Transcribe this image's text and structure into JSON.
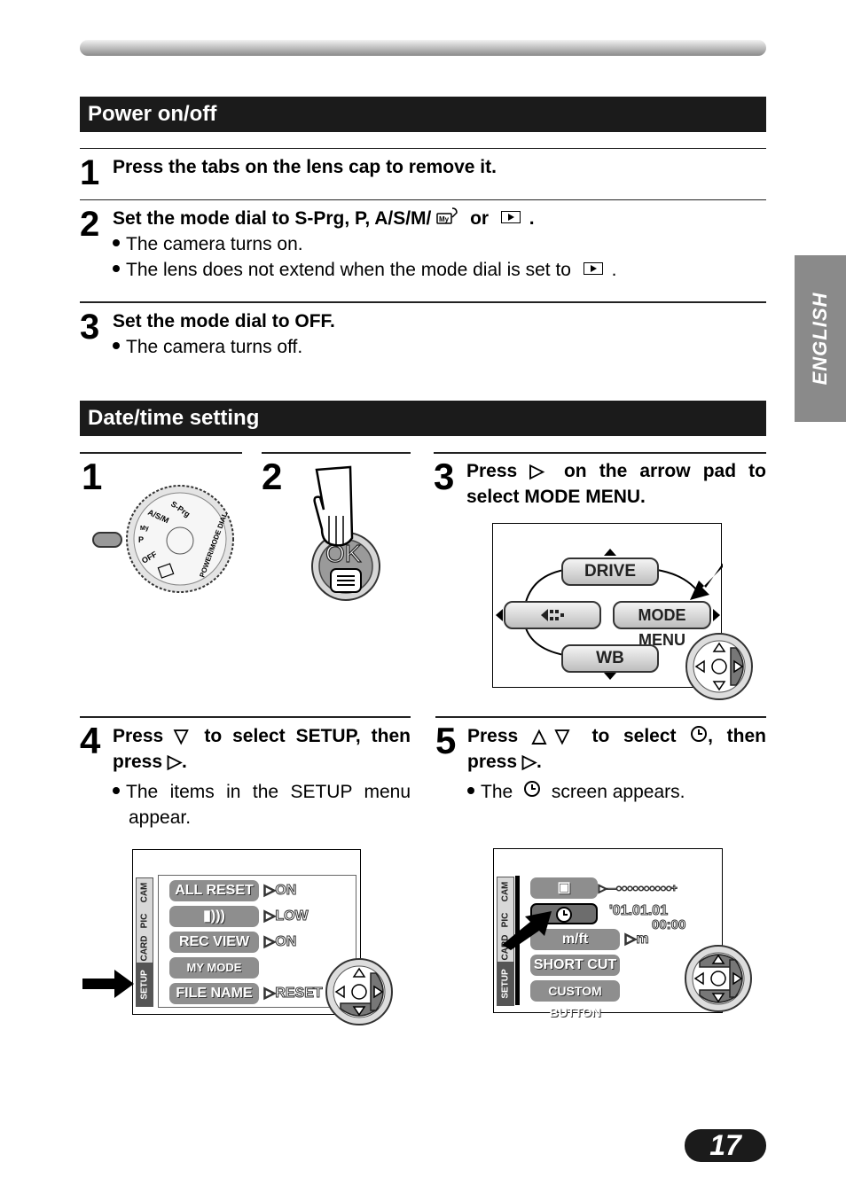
{
  "side_tab": "ENGLISH",
  "page_number": "17",
  "power": {
    "title": "Power on/off",
    "step1": {
      "num": "1",
      "text": "Press the tabs on the lens cap to remove it."
    },
    "step2": {
      "num": "2",
      "text_a": "Set the mode dial to S-Prg, P, A/S/M/",
      "text_or": "or",
      "text_end": ".",
      "bullet1": "The camera turns on.",
      "bullet2_a": "The lens does not extend when the mode dial is set to",
      "bullet2_end": "."
    },
    "step3": {
      "num": "3",
      "text": "Set the mode dial to OFF.",
      "bullet1": "The camera turns off."
    }
  },
  "datetime": {
    "title": "Date/time setting",
    "step1": {
      "num": "1",
      "dial": {
        "s_prg": "S-Prg",
        "asm": "A/S/M",
        "my": "My",
        "p": "P",
        "off": "OFF",
        "ring": "POWER/MODE DIAL"
      }
    },
    "step2": {
      "num": "2",
      "ok": "OK"
    },
    "step3": {
      "num": "3",
      "text_a": "Press",
      "text_b": "on the arrow pad to",
      "text_c": "select MODE MENU.",
      "screen": {
        "drive": "DRIVE",
        "mode_menu": "MODE MENU",
        "wb": "WB"
      }
    },
    "step4": {
      "num": "4",
      "text_a": "Press",
      "text_b": "to select SETUP, then",
      "text_c": "press",
      "text_end": ".",
      "bullet_a": "The items in the SETUP menu",
      "bullet_b": "appear.",
      "screen": {
        "tabs": [
          "CAM",
          "PIC",
          "CARD",
          "SETUP"
        ],
        "items": [
          {
            "label": "ALL RESET",
            "value": "ON"
          },
          {
            "label": "",
            "value": "LOW"
          },
          {
            "label": "REC VIEW",
            "value": "ON"
          },
          {
            "label": "MY MODE SETUP",
            "value": ""
          },
          {
            "label": "FILE NAME",
            "value": "RESET"
          }
        ]
      }
    },
    "step5": {
      "num": "5",
      "text_a": "Press",
      "text_b": "to select",
      "text_c": ", then",
      "text_d": "press",
      "text_end": ".",
      "bullet_a": "The",
      "bullet_b": "screen appears.",
      "screen": {
        "tabs": [
          "CAM",
          "PIC",
          "CARD",
          "SETUP"
        ],
        "date": "'01.01.01",
        "time": "00:00",
        "unit_label": "m/ft",
        "unit_value": "m",
        "short_cut": "SHORT CUT",
        "custom_button": "CUSTOM BUTTON"
      }
    }
  }
}
